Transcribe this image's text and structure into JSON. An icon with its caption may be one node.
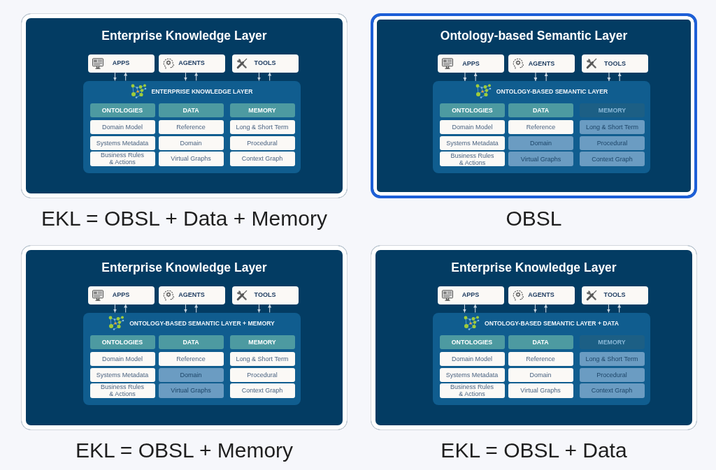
{
  "diagram": {
    "nodes": [
      {
        "text": [
          "Enterprise Knowledge Layer"
        ],
        "beside": [
          "EKL = OBSL + Data + Memory"
        ]
      },
      {
        "text": [
          "APPS"
        ],
        "in": 0
      },
      {
        "text": [
          "AGENTS"
        ],
        "in": 0
      },
      {
        "text": [
          "TOOLS"
        ],
        "in": 0
      },
      {
        "text": [
          "ENTERPRISE KNOWLEDGE LAYER"
        ],
        "in": 0
      },
      {
        "text": [
          "ONTOLOGIES"
        ],
        "in": 4
      },
      {
        "text": [
          "Domain Model"
        ],
        "in": 4
      },
      {
        "text": [
          "Systems Metadata"
        ],
        "in": 4
      },
      {
        "text": [
          "Business Rules & Actions"
        ],
        "in": 4
      },
      {
        "text": [
          "DATA"
        ],
        "in": 4
      },
      {
        "text": [
          "Reference"
        ],
        "in": 4
      },
      {
        "text": [
          "Domain"
        ],
        "in": 4
      },
      {
        "text": [
          "Virtual Graphs"
        ],
        "in": 4
      },
      {
        "text": [
          "MEMORY"
        ],
        "in": 4
      },
      {
        "text": [
          "Long & Short Term"
        ],
        "in": 4
      },
      {
        "text": [
          "Procedural"
        ],
        "in": 4
      },
      {
        "text": [
          "Context Graph"
        ],
        "in": 4
      },
      {
        "text": [
          "Ontology-based Semantic Layer"
        ],
        "beside": [
          "OBSL"
        ]
      },
      {
        "text": [
          "APPS"
        ],
        "in": 17
      },
      {
        "text": [
          "AGENTS"
        ],
        "in": 17
      },
      {
        "text": [
          "TOOLS"
        ],
        "in": 17
      },
      {
        "text": [
          "ONTOLOGY-BASED SEMANTIC LAYER"
        ],
        "in": 17
      },
      {
        "text": [
          "ONTOLOGIES"
        ],
        "in": 21
      },
      {
        "text": [
          "Domain Model"
        ],
        "in": 21
      },
      {
        "text": [
          "Systems Metadata"
        ],
        "in": 21
      },
      {
        "text": [
          "Business Rules & Actions"
        ],
        "in": 21
      },
      {
        "text": [
          "DATA"
        ],
        "in": 21
      },
      {
        "text": [
          "Reference"
        ],
        "in": 21
      },
      {
        "text": [
          "Domain"
        ],
        "in": 21
      },
      {
        "text": [
          "Virtual Graphs"
        ],
        "in": 21
      },
      {
        "text": [
          "MEMORY"
        ],
        "in": 21
      },
      {
        "text": [
          "Long & Short Term"
        ],
        "in": 21
      },
      {
        "text": [
          "Procedural"
        ],
        "in": 21
      },
      {
        "text": [
          "Context Graph"
        ],
        "in": 21
      },
      {
        "text": [
          "Enterprise Knowledge Layer"
        ],
        "beside": [
          "EKL = OBSL + Memory"
        ]
      },
      {
        "text": [
          "APPS"
        ],
        "in": 34
      },
      {
        "text": [
          "AGENTS"
        ],
        "in": 34
      },
      {
        "text": [
          "TOOLS"
        ],
        "in": 34
      },
      {
        "text": [
          "ONTOLOGY-BASED SEMANTIC LAYER + MEMORY"
        ],
        "in": 34
      },
      {
        "text": [
          "ONTOLOGIES"
        ],
        "in": 38
      },
      {
        "text": [
          "Domain Model"
        ],
        "in": 38
      },
      {
        "text": [
          "Systems Metadata"
        ],
        "in": 38
      },
      {
        "text": [
          "Business Rules & Actions"
        ],
        "in": 38
      },
      {
        "text": [
          "DATA"
        ],
        "in": 38
      },
      {
        "text": [
          "Reference"
        ],
        "in": 38
      },
      {
        "text": [
          "Domain"
        ],
        "in": 38
      },
      {
        "text": [
          "Virtual Graphs"
        ],
        "in": 38
      },
      {
        "text": [
          "MEMORY"
        ],
        "in": 38
      },
      {
        "text": [
          "Long & Short Term"
        ],
        "in": 38
      },
      {
        "text": [
          "Procedural"
        ],
        "in": 38
      },
      {
        "text": [
          "Context Graph"
        ],
        "in": 38
      },
      {
        "text": [
          "Enterprise Knowledge Layer"
        ],
        "beside": [
          "EKL = OBSL + Data"
        ]
      },
      {
        "text": [
          "APPS"
        ],
        "in": 51
      },
      {
        "text": [
          "AGENTS"
        ],
        "in": 51
      },
      {
        "text": [
          "TOOLS"
        ],
        "in": 51
      },
      {
        "text": [
          "ONTOLOGY-BASED SEMANTIC LAYER + DATA"
        ],
        "in": 51
      },
      {
        "text": [
          "ONTOLOGIES"
        ],
        "in": 55
      },
      {
        "text": [
          "Domain Model"
        ],
        "in": 55
      },
      {
        "text": [
          "Systems Metadata"
        ],
        "in": 55
      },
      {
        "text": [
          "Business Rules & Actions"
        ],
        "in": 55
      },
      {
        "text": [
          "DATA"
        ],
        "in": 55
      },
      {
        "text": [
          "Reference"
        ],
        "in": 55
      },
      {
        "text": [
          "Domain"
        ],
        "in": 55
      },
      {
        "text": [
          "Virtual Graphs"
        ],
        "in": 55
      },
      {
        "text": [
          "MEMORY"
        ],
        "in": 55
      },
      {
        "text": [
          "Long & Short Term"
        ],
        "in": 55
      },
      {
        "text": [
          "Procedural"
        ],
        "in": 55
      },
      {
        "text": [
          "Context Graph"
        ],
        "in": 55
      }
    ],
    "edges": [
      {
        "from": 1,
        "to": 4,
        "arrow": "to"
      },
      {
        "from": 4,
        "to": 1,
        "arrow": "to"
      },
      {
        "from": 2,
        "to": 4,
        "arrow": "to"
      },
      {
        "from": 4,
        "to": 2,
        "arrow": "to"
      },
      {
        "from": 3,
        "to": 4,
        "arrow": "to"
      },
      {
        "from": 4,
        "to": 3,
        "arrow": "to"
      },
      {
        "from": 18,
        "to": 21,
        "arrow": "to"
      },
      {
        "from": 21,
        "to": 18,
        "arrow": "to"
      },
      {
        "from": 19,
        "to": 21,
        "arrow": "to"
      },
      {
        "from": 21,
        "to": 19,
        "arrow": "to"
      },
      {
        "from": 20,
        "to": 21,
        "arrow": "to"
      },
      {
        "from": 21,
        "to": 20,
        "arrow": "to"
      },
      {
        "from": 35,
        "to": 38,
        "arrow": "to"
      },
      {
        "from": 38,
        "to": 35,
        "arrow": "to"
      },
      {
        "from": 36,
        "to": 38,
        "arrow": "to"
      },
      {
        "from": 38,
        "to": 36,
        "arrow": "to"
      },
      {
        "from": 37,
        "to": 38,
        "arrow": "to"
      },
      {
        "from": 38,
        "to": 37,
        "arrow": "to"
      },
      {
        "from": 52,
        "to": 55,
        "arrow": "to"
      },
      {
        "from": 55,
        "to": 52,
        "arrow": "to"
      },
      {
        "from": 53,
        "to": 55,
        "arrow": "to"
      },
      {
        "from": 55,
        "to": 53,
        "arrow": "to"
      },
      {
        "from": 54,
        "to": 55,
        "arrow": "to"
      },
      {
        "from": 55,
        "to": 54,
        "arrow": "to"
      }
    ]
  }
}
